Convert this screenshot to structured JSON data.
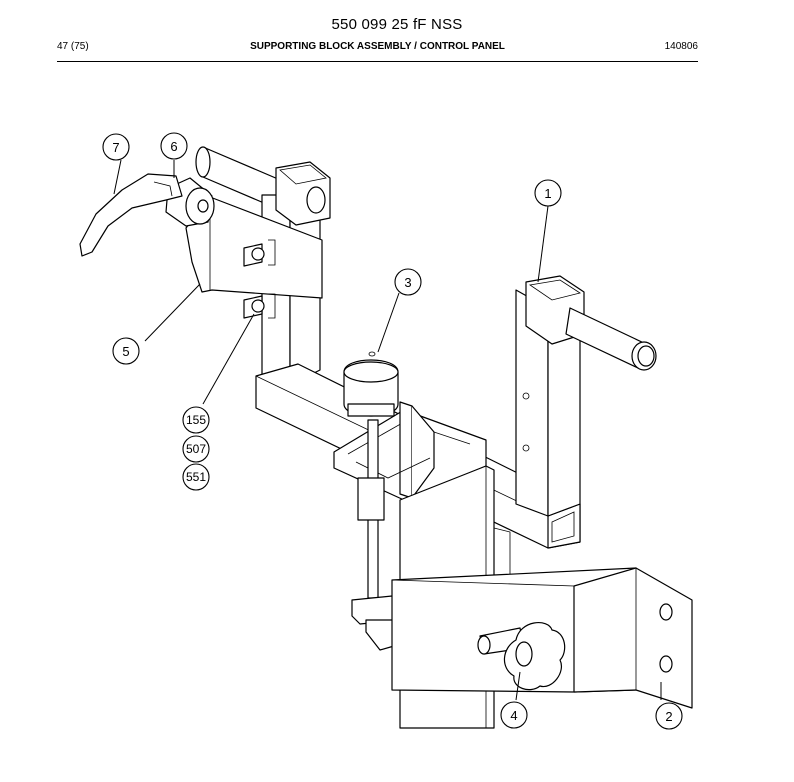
{
  "header": {
    "doc_number": "550 099 25 fF NSS",
    "page_ref": "47 (75)",
    "section_title": "SUPPORTING BLOCK ASSEMBLY / CONTROL PANEL",
    "date_code": "140806"
  },
  "callouts": {
    "c1": "1",
    "c2": "2",
    "c3": "3",
    "c4": "4",
    "c5": "5",
    "c6": "6",
    "c7": "7",
    "c155": "155",
    "c507": "507",
    "c551": "551"
  }
}
